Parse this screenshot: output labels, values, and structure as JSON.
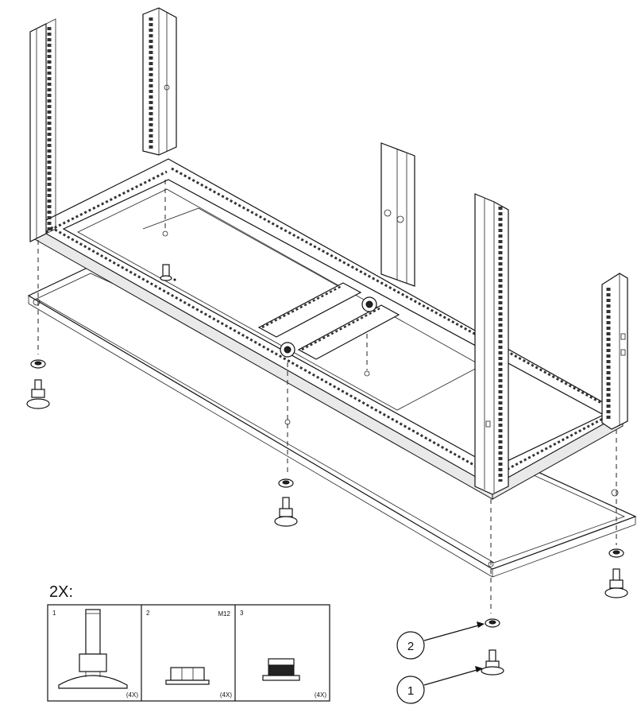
{
  "parts_header": "2X:",
  "parts": [
    {
      "index": "1",
      "size": "",
      "qty": "(4X)"
    },
    {
      "index": "2",
      "size": "M12",
      "qty": "(4X)"
    },
    {
      "index": "3",
      "size": "",
      "qty": "(4X)"
    }
  ],
  "callouts": [
    {
      "label": "2"
    },
    {
      "label": "1"
    }
  ]
}
